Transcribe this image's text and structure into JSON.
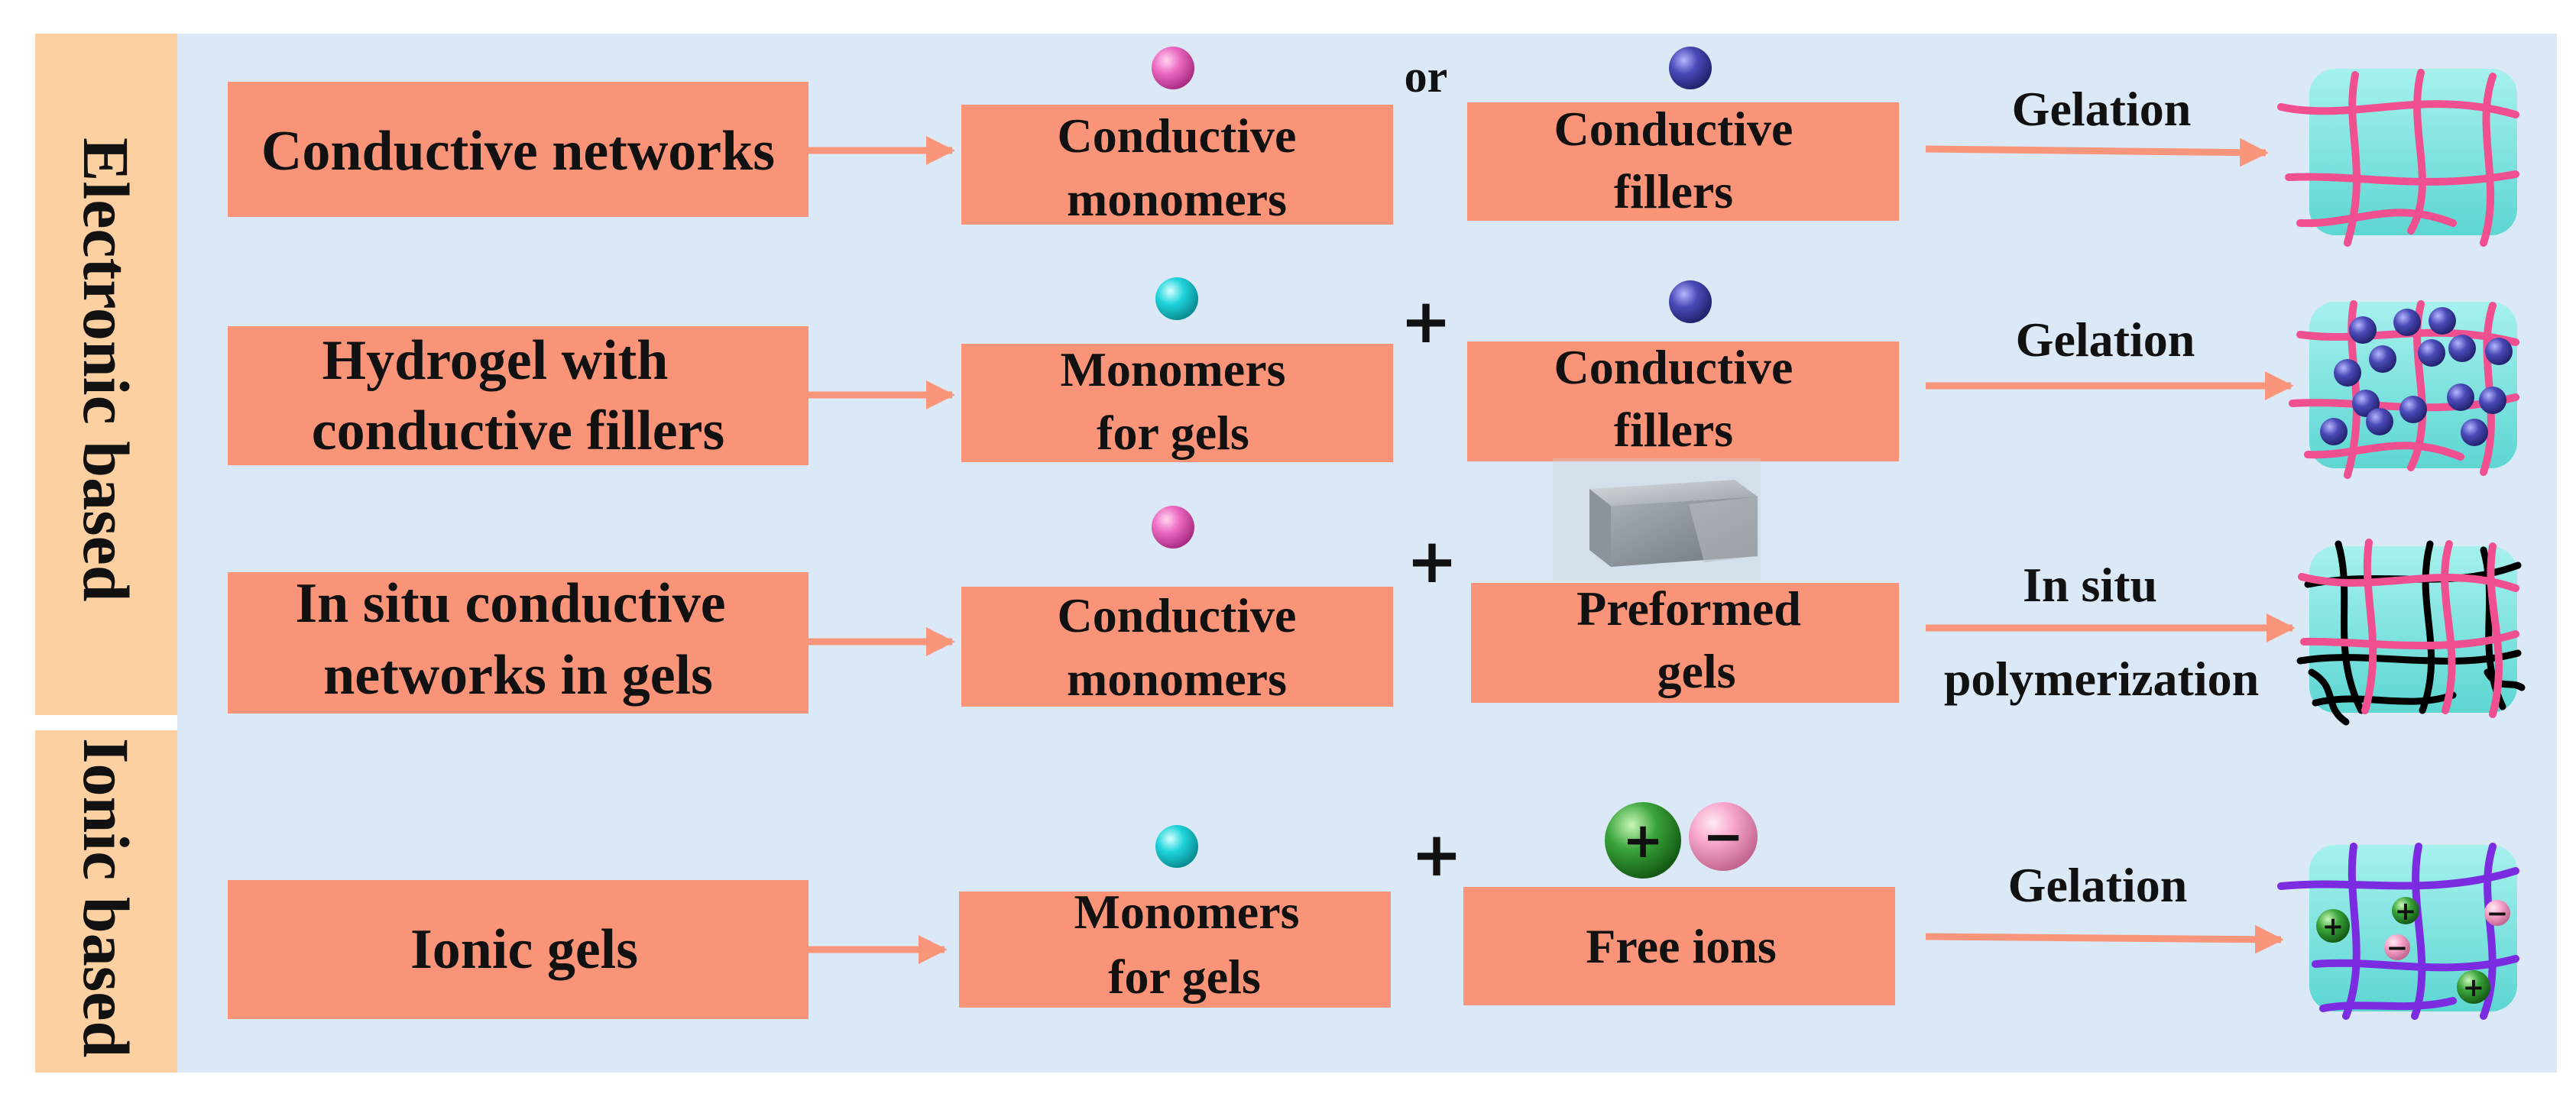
{
  "side_labels": {
    "electronic": "Electronic based",
    "ionic": "Ionic based"
  },
  "rows": [
    {
      "category": "Conductive networks",
      "component_a": [
        "Conductive",
        "monomers"
      ],
      "operator": "or",
      "component_b": [
        "Conductive",
        "fillers"
      ],
      "step": [
        "Gelation"
      ]
    },
    {
      "category": [
        "Hydrogel with",
        "conductive fillers"
      ],
      "component_a": [
        "Monomers",
        "for gels"
      ],
      "operator": "+",
      "component_b": [
        "Conductive",
        "fillers"
      ],
      "step": [
        "Gelation"
      ]
    },
    {
      "category": [
        "In situ conductive",
        "networks in gels"
      ],
      "component_a": [
        "Conductive",
        "monomers"
      ],
      "operator": "+",
      "component_b": [
        "Preformed",
        "gels"
      ],
      "step": [
        "In situ",
        "polymerization"
      ]
    },
    {
      "category": "Ionic gels",
      "component_a": [
        "Monomers",
        "for gels"
      ],
      "operator": "+",
      "component_b": "Free ions",
      "step": [
        "Gelation"
      ]
    }
  ],
  "ion_signs": {
    "cation": "+",
    "anion": "−"
  },
  "colors": {
    "panel_bg": "#dbe8f5",
    "side_tab": "#fcd0a1",
    "box_fill": "#fa9479",
    "arrow": "#f9957a",
    "gel_fill": "#7fe3df",
    "network_pink": "#f0508f",
    "network_black": "#000000",
    "network_purple": "#7c2ce0",
    "sphere_magenta": "#ec69c1",
    "sphere_cyan": "#1fd4dc",
    "sphere_blue": "#4a4ab8",
    "cation_green": "#2e9a2e",
    "anion_pink": "#f6a3c9"
  }
}
